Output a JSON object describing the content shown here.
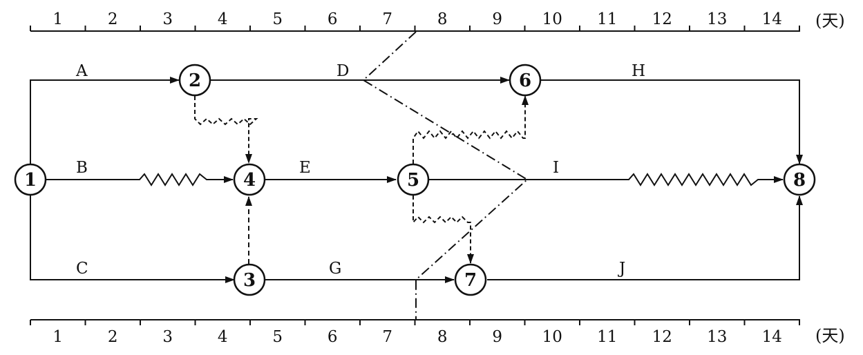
{
  "time_scale": {
    "unit_label": "(天)",
    "ticks": [
      "1",
      "2",
      "3",
      "4",
      "5",
      "6",
      "7",
      "8",
      "9",
      "10",
      "11",
      "12",
      "13",
      "14"
    ]
  },
  "nodes": [
    {
      "id": "n1",
      "label": "1",
      "day": 0
    },
    {
      "id": "n2",
      "label": "2",
      "day": 3
    },
    {
      "id": "n3",
      "label": "3",
      "day": 4
    },
    {
      "id": "n4",
      "label": "4",
      "day": 4
    },
    {
      "id": "n5",
      "label": "5",
      "day": 7
    },
    {
      "id": "n6",
      "label": "6",
      "day": 9
    },
    {
      "id": "n7",
      "label": "7",
      "day": 8
    },
    {
      "id": "n8",
      "label": "8",
      "day": 14
    }
  ],
  "activities": [
    {
      "label": "A",
      "from": "1",
      "to": "2"
    },
    {
      "label": "B",
      "from": "1",
      "to": "4"
    },
    {
      "label": "C",
      "from": "1",
      "to": "3"
    },
    {
      "label": "D",
      "from": "2",
      "to": "6"
    },
    {
      "label": "E",
      "from": "4",
      "to": "5"
    },
    {
      "label": "G",
      "from": "3",
      "to": "7"
    },
    {
      "label": "H",
      "from": "6",
      "to": "8"
    },
    {
      "label": "I",
      "from": "5",
      "to": "8"
    },
    {
      "label": "J",
      "from": "7",
      "to": "8"
    }
  ]
}
